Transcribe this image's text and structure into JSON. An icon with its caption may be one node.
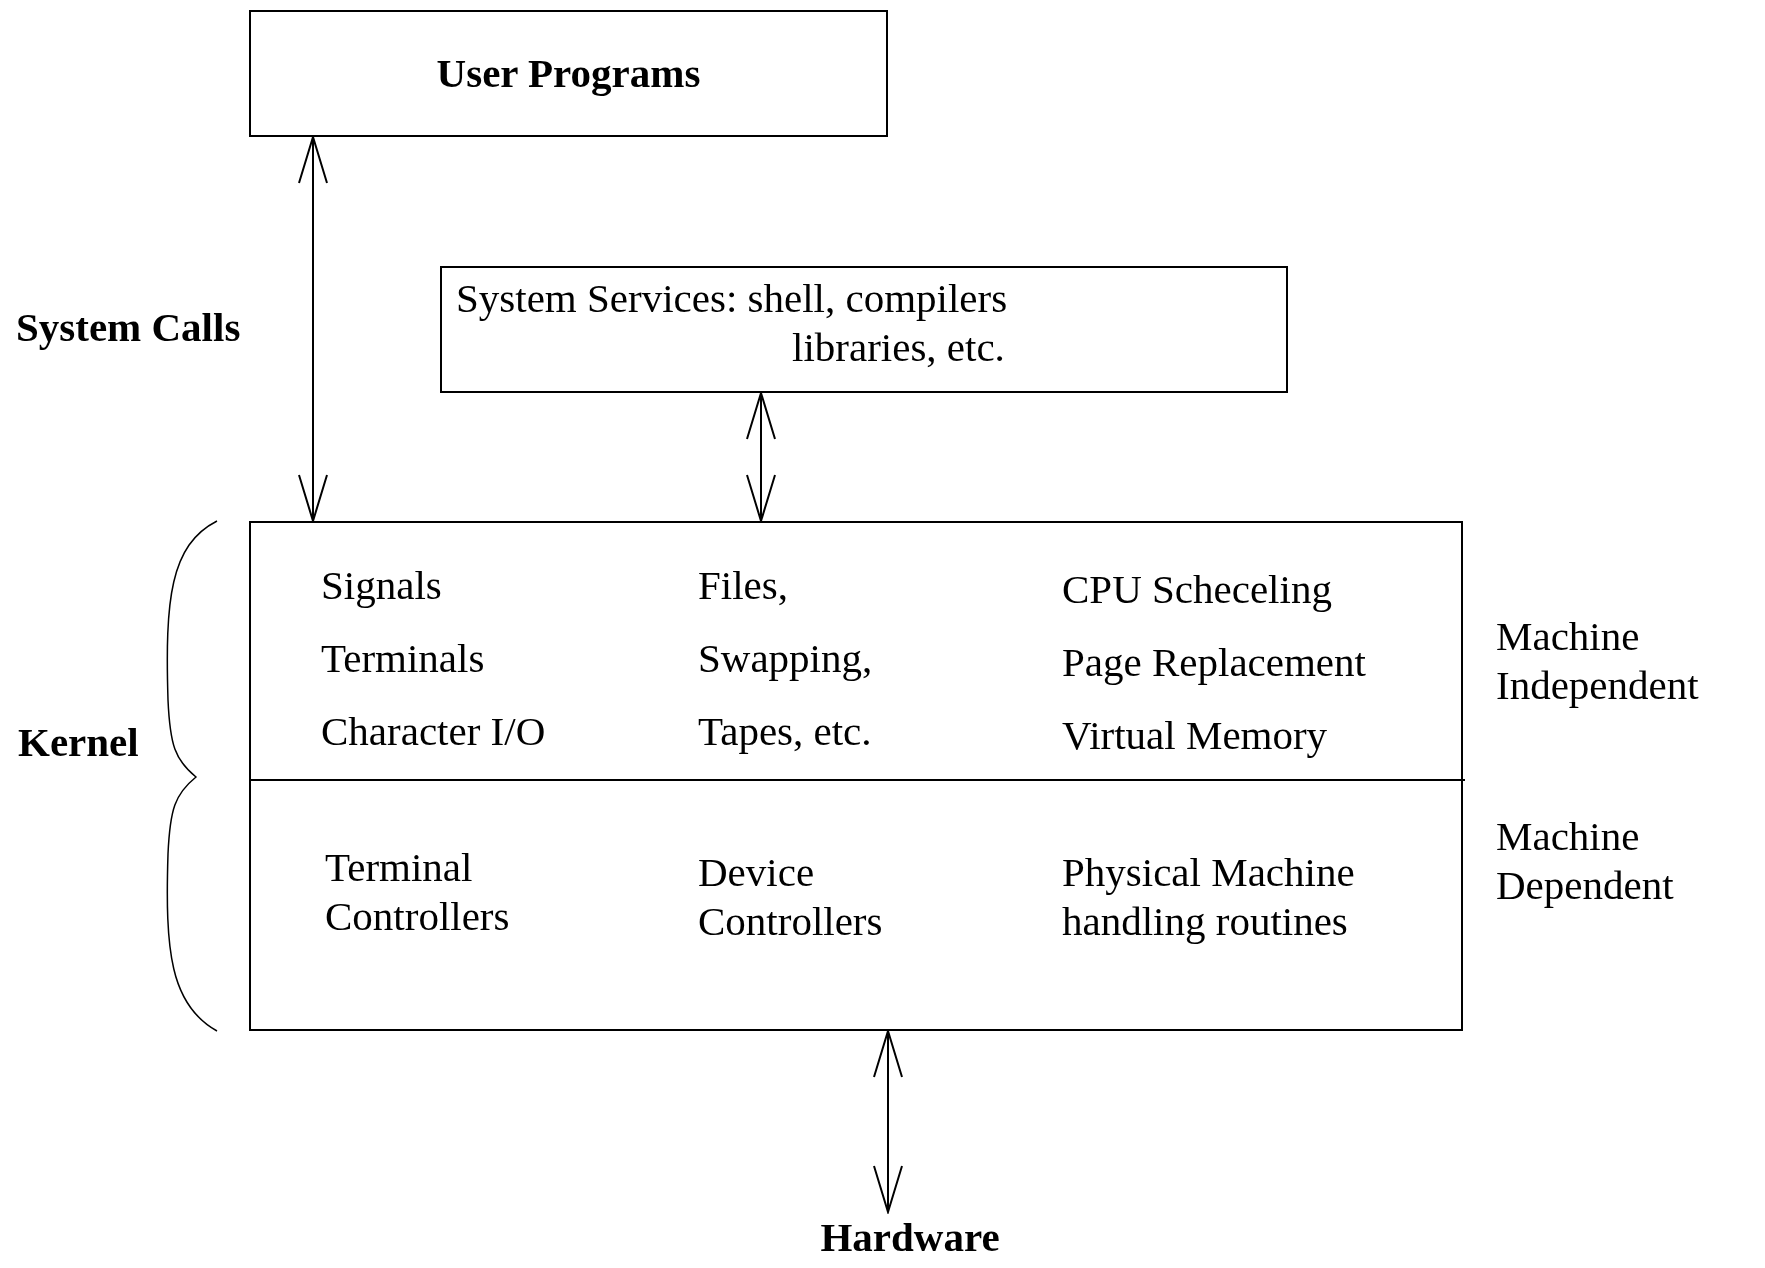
{
  "diagram": {
    "nodes": [
      {
        "text": [
          "User Programs"
        ]
      },
      {
        "text": [
          "System Services: shell, compilers libraries, etc."
        ]
      },
      {
        "text": [],
        "shape": "box",
        "beside": [
          "Kernel"
        ]
      },
      {
        "text": [
          "Signals",
          "Terminals",
          "Character I/O",
          "Files,",
          "Swapping,",
          "Tapes, etc.",
          "CPU Scheceling",
          "Page Replacement",
          "Virtual Memory"
        ],
        "in": 2
      },
      {
        "text": [
          "Terminal Controllers",
          "Device Controllers",
          "Physical Machine handling routines"
        ],
        "in": 2
      },
      {
        "text": [
          "Hardware"
        ]
      }
    ],
    "edges": [
      {
        "from": 0,
        "to": 2,
        "arrow": "both",
        "label": "System Calls"
      },
      {
        "from": 1,
        "to": 2,
        "arrow": "both"
      },
      {
        "from": 2,
        "to": 5,
        "arrow": "both"
      }
    ],
    "labels": [
      "Machine Independent",
      "Machine Dependent"
    ]
  }
}
